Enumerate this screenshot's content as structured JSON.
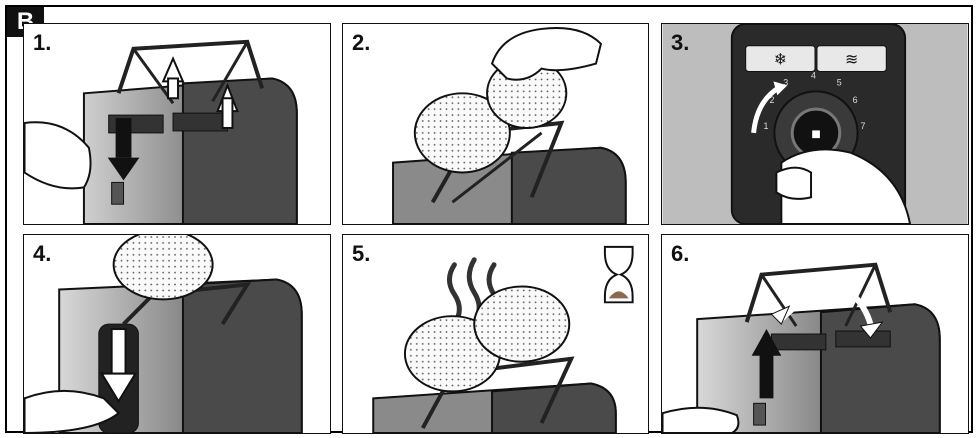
{
  "section": {
    "label": "B"
  },
  "steps": [
    {
      "number": "1."
    },
    {
      "number": "2."
    },
    {
      "number": "3."
    },
    {
      "number": "4."
    },
    {
      "number": "5."
    },
    {
      "number": "6."
    }
  ],
  "control_panel": {
    "defrost_symbol": "❄",
    "reheat_symbol": "≋",
    "dial_marks": [
      "1",
      "2",
      "3",
      "4",
      "5",
      "6",
      "7"
    ],
    "stop_symbol": "■"
  },
  "icons": {
    "hourglass": "hourglass-icon",
    "steam": "steam-icon"
  },
  "colors": {
    "toaster_dark": "#4a4a4a",
    "toaster_metal": "#9a9a9a",
    "panel_dark": "#2a2a2a",
    "outline": "#111111"
  }
}
